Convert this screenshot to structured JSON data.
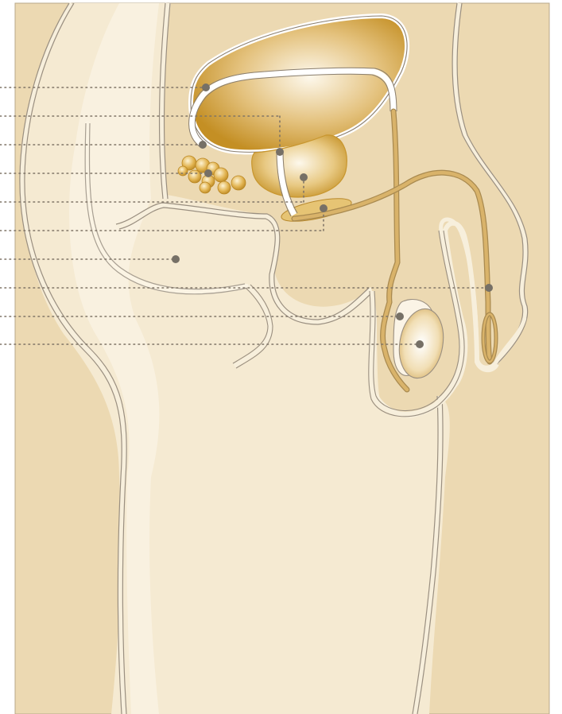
{
  "diagram": {
    "kind": "anatomical cross-section (sagittal)",
    "label_text": [],
    "colors": {
      "panel_bg": "#ecd9b2",
      "body_fill": "#f5ead2",
      "body_highlight": "#faf3e3",
      "organ_dark": "#c48f24",
      "organ_light": "#fdf8ec",
      "duct_fill": "#d9b36a",
      "duct_outline": "#a98a50",
      "tube_outline": "#9a8f80",
      "leader_line": "#7f7466",
      "marker": "#767066"
    },
    "callouts": [
      {
        "id": "bladder"
      },
      {
        "id": "ureter"
      },
      {
        "id": "seminal-vesicle"
      },
      {
        "id": "fat-cluster"
      },
      {
        "id": "prostate"
      },
      {
        "id": "ejaculatory-duct"
      },
      {
        "id": "pubic-bone"
      },
      {
        "id": "vas-deferens"
      },
      {
        "id": "epididymis"
      },
      {
        "id": "testis"
      }
    ]
  }
}
